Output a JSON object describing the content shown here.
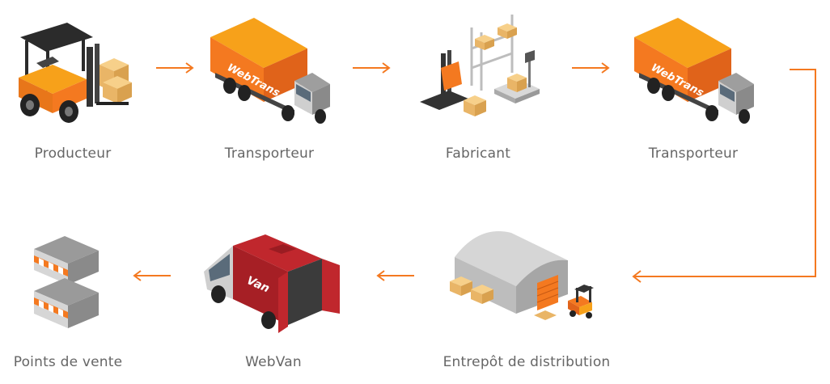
{
  "colors": {
    "accent": "#f47920",
    "label": "#666666",
    "van_red": "#c0272d"
  },
  "steps": [
    {
      "label": "Producteur",
      "icon": "forklift-icon"
    },
    {
      "label": "Transporteur",
      "icon": "truck-icon",
      "brand": "WebTrans"
    },
    {
      "label": "Fabricant",
      "icon": "warehouse-racks-icon"
    },
    {
      "label": "Transporteur",
      "icon": "truck-icon",
      "brand": "WebTrans"
    },
    {
      "label": "Entrepôt de distribution",
      "icon": "distribution-warehouse-icon"
    },
    {
      "label": "WebVan",
      "icon": "van-icon",
      "brand": "Van"
    },
    {
      "label": "Points de vente",
      "icon": "stores-icon"
    }
  ]
}
